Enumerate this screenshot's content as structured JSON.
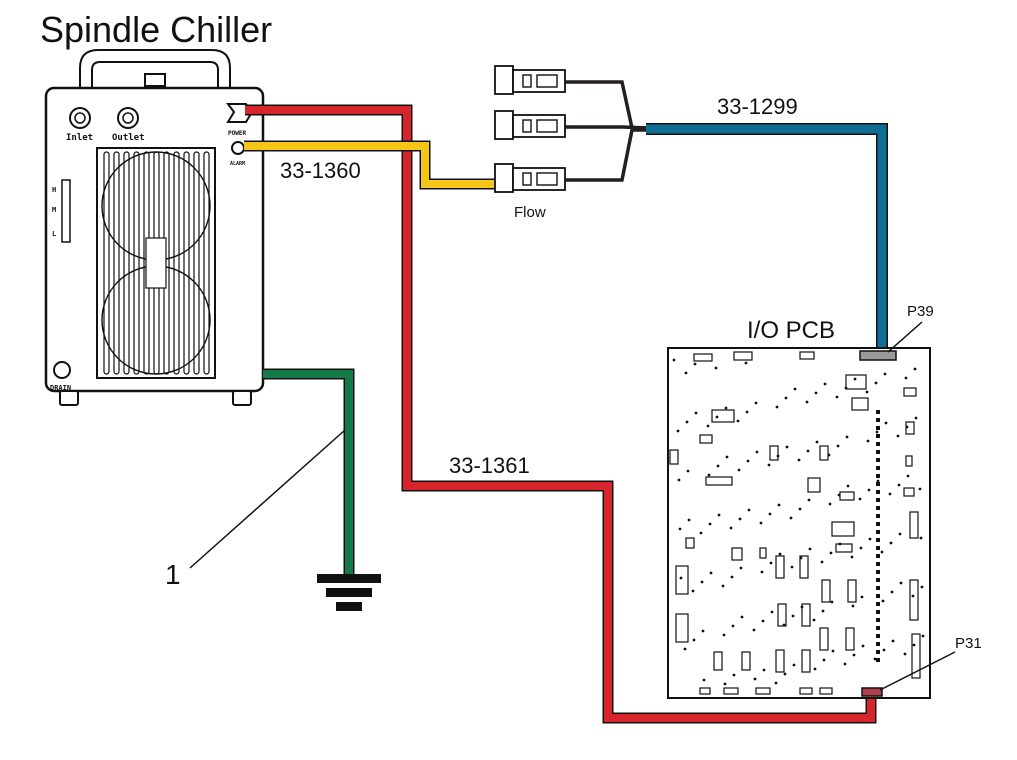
{
  "title": "Spindle Chiller",
  "chiller": {
    "inlet_label": "Inlet",
    "outlet_label": "Outlet",
    "power_label": "POWER",
    "alarm_label": "ALARM",
    "drain_label": "DRAIN",
    "level_marks": [
      "H",
      "M",
      "L"
    ]
  },
  "cables": {
    "alarm": "33-1360",
    "flow": "33-1299",
    "power": "33-1361"
  },
  "flow_label": "Flow",
  "pcb": {
    "title": "I/O PCB",
    "p39": "P39",
    "p31": "P31"
  },
  "ground_callout": "1",
  "colors": {
    "red_cable": "#d7262b",
    "yellow_cable": "#f5c518",
    "blue_cable": "#0e6e94",
    "green_cable": "#157a47",
    "black_wire": "#231f20"
  }
}
